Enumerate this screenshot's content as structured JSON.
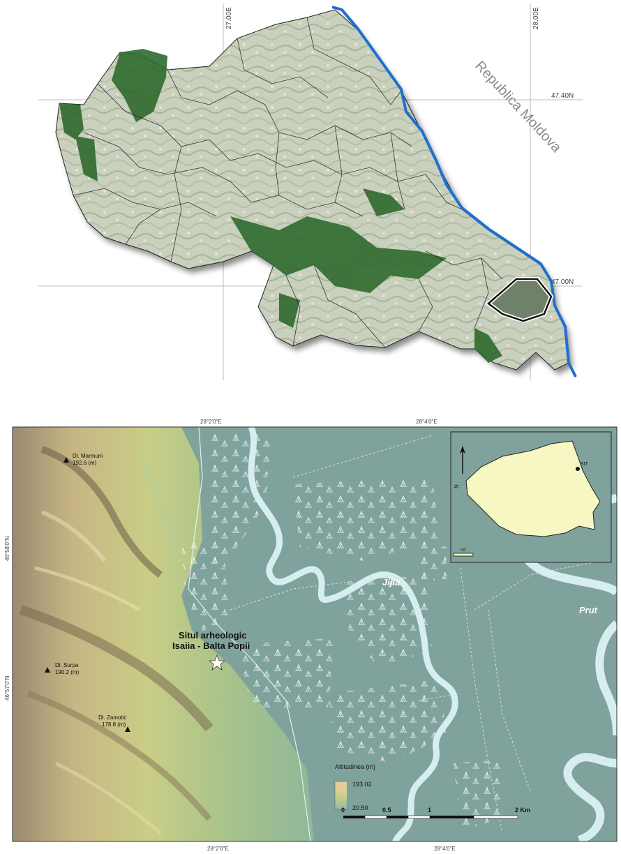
{
  "top_map": {
    "grid_labels": {
      "lon1": "27.00E",
      "lon2": "28.00E",
      "lat1": "47.40N",
      "lat2": "47.00N"
    },
    "country_label": "Republica Moldova"
  },
  "bottom_map": {
    "coord_labels": {
      "top1": "28°2'0\"E",
      "top2": "28°4'0\"E",
      "bottom1": "28°2'0\"E",
      "bottom2": "28°4'0\"E",
      "left1": "46°58'0\"N",
      "left2": "46°57'0\"N"
    },
    "peaks": [
      {
        "name": "Dl. Marmurii",
        "alt": "192.6 (m)"
      },
      {
        "name": "Dl. Surpa",
        "alt": "190.2 (m)"
      },
      {
        "name": "Dl. Zamotic",
        "alt": "178.8 (m)"
      }
    ],
    "site": {
      "line1": "Situl arheologic",
      "line2": "Isaiia - Balta Popii"
    },
    "rivers": {
      "jijia": "Jijia",
      "prut": "Prut"
    },
    "legend": {
      "title": "Altitudinea (m)",
      "max": "193.02",
      "min": "20.50",
      "ramp_colors": [
        "#e8c9a0",
        "#dccf92",
        "#b9c98f",
        "#90b5a8"
      ]
    },
    "scale": {
      "ticks": [
        "0",
        "0.5",
        "1",
        "2 Km"
      ]
    },
    "inset": {
      "site_label": "SIT",
      "scale_label": "100",
      "north_label": "N"
    }
  }
}
